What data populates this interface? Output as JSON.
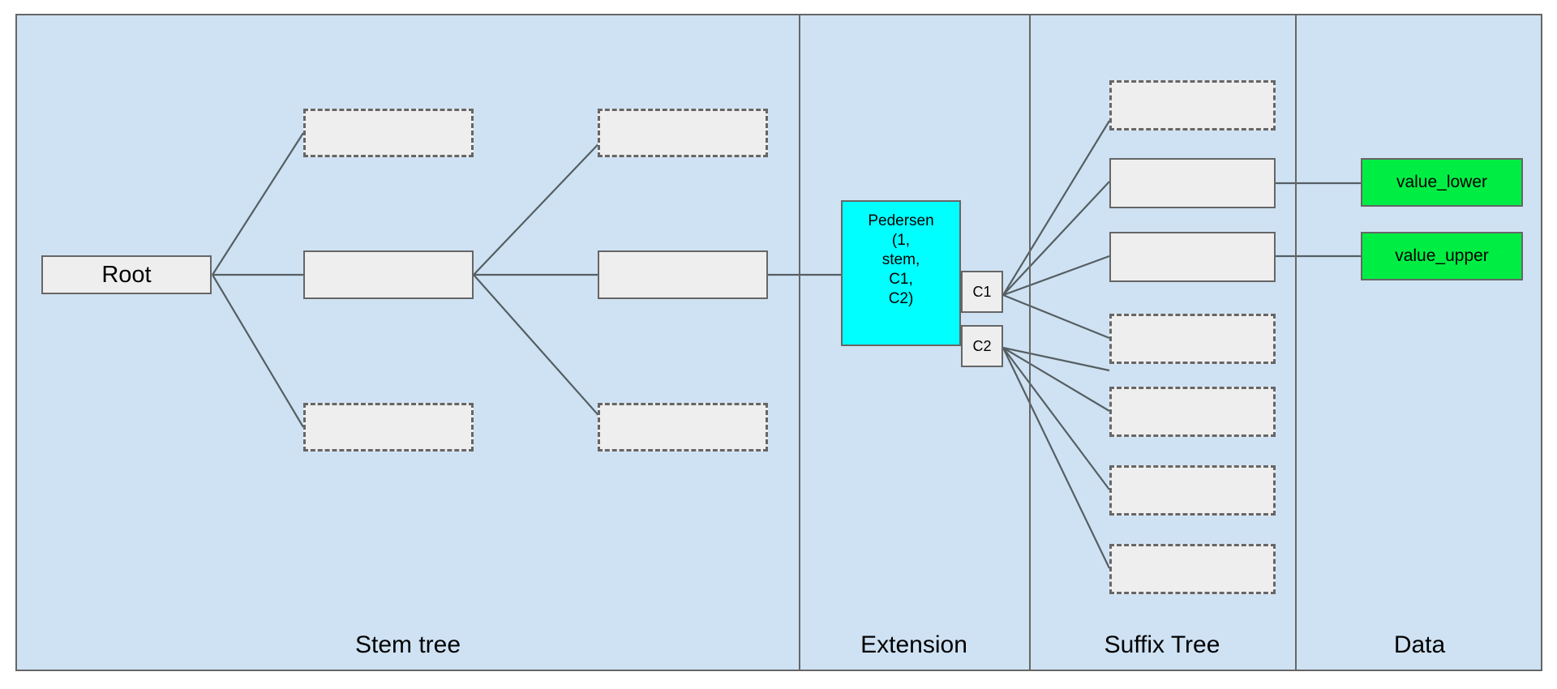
{
  "diagram": {
    "title": "Verkle-style stem tree with Pedersen extension, suffix tree and data leaves",
    "colors": {
      "panel_background": "#cfe2f3",
      "node_fill": "#eeeeee",
      "node_stroke": "#666666",
      "extension_fill": "#00ffff",
      "data_fill": "#00ee44",
      "edge_stroke": "#555f63",
      "page_background": "#ffffff"
    },
    "sections": [
      {
        "id": "stem-tree",
        "label": "Stem tree"
      },
      {
        "id": "extension",
        "label": "Extension"
      },
      {
        "id": "suffix-tree",
        "label": "Suffix Tree"
      },
      {
        "id": "data",
        "label": "Data"
      }
    ],
    "stem_tree": {
      "root": {
        "label": "Root",
        "style": "solid"
      },
      "nodes": [
        {
          "id": "stem-l1-top",
          "label": "",
          "style": "dashed"
        },
        {
          "id": "stem-l1-middle",
          "label": "",
          "style": "solid"
        },
        {
          "id": "stem-l1-bottom",
          "label": "",
          "style": "dashed"
        },
        {
          "id": "stem-l2-top",
          "label": "",
          "style": "dashed"
        },
        {
          "id": "stem-l2-middle",
          "label": "",
          "style": "solid"
        },
        {
          "id": "stem-l2-bottom",
          "label": "",
          "style": "dashed"
        }
      ]
    },
    "extension": {
      "commitment": {
        "label": "Pedersen (1, stem, C1, C2)",
        "lines": [
          "Pedersen",
          "(1,",
          "stem,",
          "C1,",
          "C2)"
        ]
      },
      "children": [
        {
          "id": "c1",
          "label": "C1"
        },
        {
          "id": "c2",
          "label": "C2"
        }
      ]
    },
    "suffix_tree": {
      "nodes": [
        {
          "id": "suffix-1",
          "label": "",
          "style": "dashed",
          "parent": "c1"
        },
        {
          "id": "suffix-2",
          "label": "",
          "style": "solid",
          "parent": "c1"
        },
        {
          "id": "suffix-3",
          "label": "",
          "style": "solid",
          "parent": "c1"
        },
        {
          "id": "suffix-4",
          "label": "",
          "style": "dashed",
          "parent": "c1"
        },
        {
          "id": "suffix-5",
          "label": "",
          "style": "dashed",
          "parent": "c2"
        },
        {
          "id": "suffix-6",
          "label": "",
          "style": "dashed",
          "parent": "c2"
        },
        {
          "id": "suffix-7",
          "label": "",
          "style": "dashed",
          "parent": "c2"
        }
      ]
    },
    "data": {
      "leaves": [
        {
          "id": "value-lower",
          "label": "value_lower",
          "source": "suffix-2"
        },
        {
          "id": "value-upper",
          "label": "value_upper",
          "source": "suffix-3"
        }
      ]
    }
  }
}
